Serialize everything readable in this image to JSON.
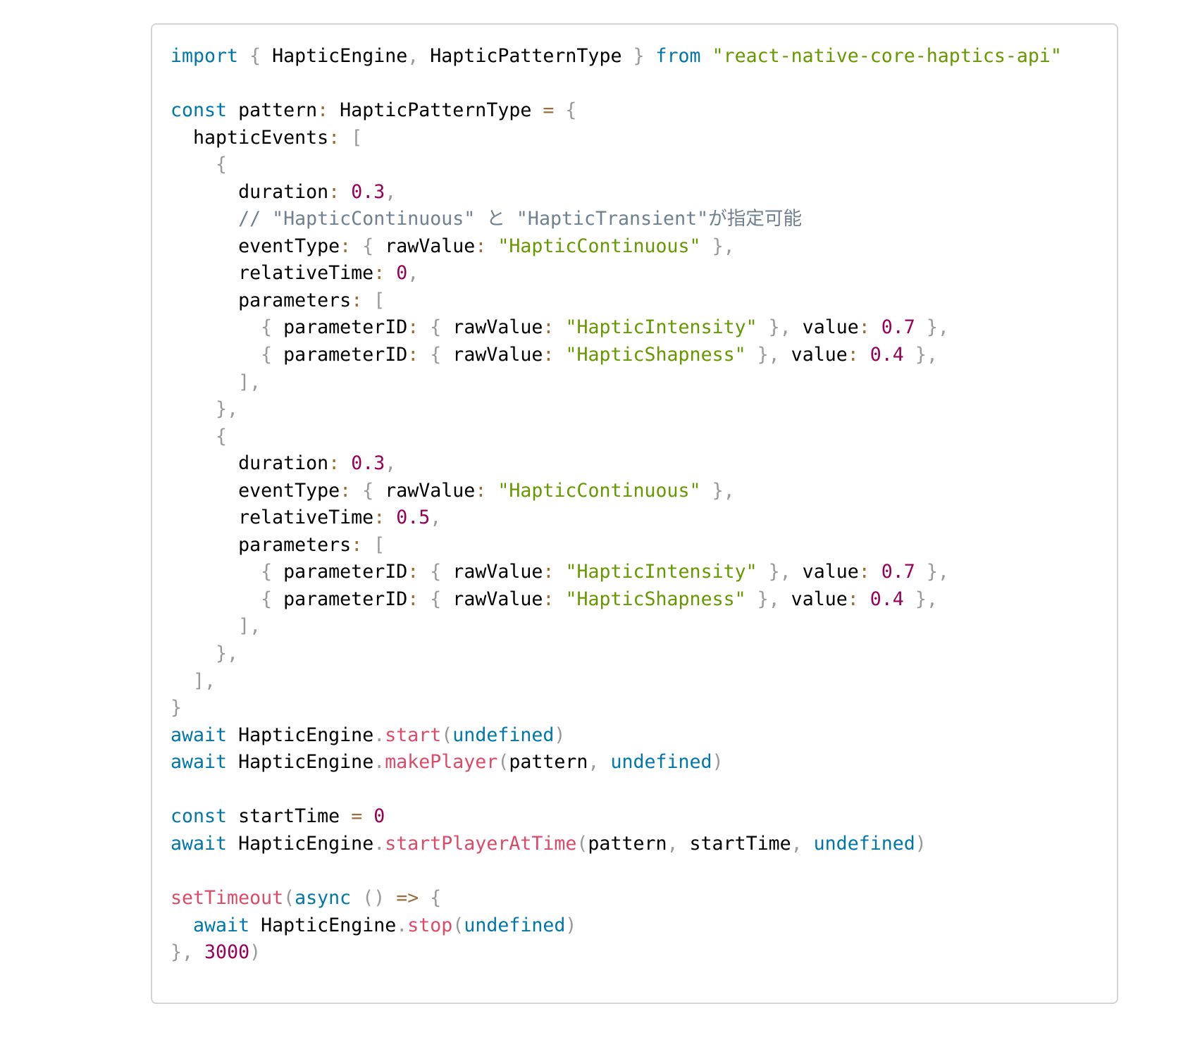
{
  "code": {
    "language": "typescript",
    "lines": [
      [
        [
          "k",
          "import"
        ],
        [
          "t",
          " "
        ],
        [
          "p",
          "{"
        ],
        [
          "t",
          " HapticEngine"
        ],
        [
          "p",
          ","
        ],
        [
          "t",
          " HapticPatternType "
        ],
        [
          "p",
          "}"
        ],
        [
          "t",
          " "
        ],
        [
          "k",
          "from"
        ],
        [
          "t",
          " "
        ],
        [
          "s",
          "\"react-native-core-haptics-api\""
        ]
      ],
      [],
      [
        [
          "k",
          "const"
        ],
        [
          "t",
          " pattern"
        ],
        [
          "o",
          ":"
        ],
        [
          "t",
          " HapticPatternType "
        ],
        [
          "o",
          "="
        ],
        [
          "t",
          " "
        ],
        [
          "p",
          "{"
        ]
      ],
      [
        [
          "t",
          "  hapticEvents"
        ],
        [
          "o",
          ":"
        ],
        [
          "t",
          " "
        ],
        [
          "p",
          "["
        ]
      ],
      [
        [
          "t",
          "    "
        ],
        [
          "p",
          "{"
        ]
      ],
      [
        [
          "t",
          "      duration"
        ],
        [
          "o",
          ":"
        ],
        [
          "t",
          " "
        ],
        [
          "n",
          "0.3"
        ],
        [
          "p",
          ","
        ]
      ],
      [
        [
          "t",
          "      "
        ],
        [
          "c",
          "// \"HapticContinuous\" と \"HapticTransient\"が指定可能"
        ]
      ],
      [
        [
          "t",
          "      eventType"
        ],
        [
          "o",
          ":"
        ],
        [
          "t",
          " "
        ],
        [
          "p",
          "{"
        ],
        [
          "t",
          " rawValue"
        ],
        [
          "o",
          ":"
        ],
        [
          "t",
          " "
        ],
        [
          "s",
          "\"HapticContinuous\""
        ],
        [
          "t",
          " "
        ],
        [
          "p",
          "},"
        ]
      ],
      [
        [
          "t",
          "      relativeTime"
        ],
        [
          "o",
          ":"
        ],
        [
          "t",
          " "
        ],
        [
          "n",
          "0"
        ],
        [
          "p",
          ","
        ]
      ],
      [
        [
          "t",
          "      parameters"
        ],
        [
          "o",
          ":"
        ],
        [
          "t",
          " "
        ],
        [
          "p",
          "["
        ]
      ],
      [
        [
          "t",
          "        "
        ],
        [
          "p",
          "{"
        ],
        [
          "t",
          " parameterID"
        ],
        [
          "o",
          ":"
        ],
        [
          "t",
          " "
        ],
        [
          "p",
          "{"
        ],
        [
          "t",
          " rawValue"
        ],
        [
          "o",
          ":"
        ],
        [
          "t",
          " "
        ],
        [
          "s",
          "\"HapticIntensity\""
        ],
        [
          "t",
          " "
        ],
        [
          "p",
          "},"
        ],
        [
          "t",
          " value"
        ],
        [
          "o",
          ":"
        ],
        [
          "t",
          " "
        ],
        [
          "n",
          "0.7"
        ],
        [
          "t",
          " "
        ],
        [
          "p",
          "},"
        ]
      ],
      [
        [
          "t",
          "        "
        ],
        [
          "p",
          "{"
        ],
        [
          "t",
          " parameterID"
        ],
        [
          "o",
          ":"
        ],
        [
          "t",
          " "
        ],
        [
          "p",
          "{"
        ],
        [
          "t",
          " rawValue"
        ],
        [
          "o",
          ":"
        ],
        [
          "t",
          " "
        ],
        [
          "s",
          "\"HapticShapness\""
        ],
        [
          "t",
          " "
        ],
        [
          "p",
          "},"
        ],
        [
          "t",
          " value"
        ],
        [
          "o",
          ":"
        ],
        [
          "t",
          " "
        ],
        [
          "n",
          "0.4"
        ],
        [
          "t",
          " "
        ],
        [
          "p",
          "},"
        ]
      ],
      [
        [
          "t",
          "      "
        ],
        [
          "p",
          "],"
        ]
      ],
      [
        [
          "t",
          "    "
        ],
        [
          "p",
          "},"
        ]
      ],
      [
        [
          "t",
          "    "
        ],
        [
          "p",
          "{"
        ]
      ],
      [
        [
          "t",
          "      duration"
        ],
        [
          "o",
          ":"
        ],
        [
          "t",
          " "
        ],
        [
          "n",
          "0.3"
        ],
        [
          "p",
          ","
        ]
      ],
      [
        [
          "t",
          "      eventType"
        ],
        [
          "o",
          ":"
        ],
        [
          "t",
          " "
        ],
        [
          "p",
          "{"
        ],
        [
          "t",
          " rawValue"
        ],
        [
          "o",
          ":"
        ],
        [
          "t",
          " "
        ],
        [
          "s",
          "\"HapticContinuous\""
        ],
        [
          "t",
          " "
        ],
        [
          "p",
          "},"
        ]
      ],
      [
        [
          "t",
          "      relativeTime"
        ],
        [
          "o",
          ":"
        ],
        [
          "t",
          " "
        ],
        [
          "n",
          "0.5"
        ],
        [
          "p",
          ","
        ]
      ],
      [
        [
          "t",
          "      parameters"
        ],
        [
          "o",
          ":"
        ],
        [
          "t",
          " "
        ],
        [
          "p",
          "["
        ]
      ],
      [
        [
          "t",
          "        "
        ],
        [
          "p",
          "{"
        ],
        [
          "t",
          " parameterID"
        ],
        [
          "o",
          ":"
        ],
        [
          "t",
          " "
        ],
        [
          "p",
          "{"
        ],
        [
          "t",
          " rawValue"
        ],
        [
          "o",
          ":"
        ],
        [
          "t",
          " "
        ],
        [
          "s",
          "\"HapticIntensity\""
        ],
        [
          "t",
          " "
        ],
        [
          "p",
          "},"
        ],
        [
          "t",
          " value"
        ],
        [
          "o",
          ":"
        ],
        [
          "t",
          " "
        ],
        [
          "n",
          "0.7"
        ],
        [
          "t",
          " "
        ],
        [
          "p",
          "},"
        ]
      ],
      [
        [
          "t",
          "        "
        ],
        [
          "p",
          "{"
        ],
        [
          "t",
          " parameterID"
        ],
        [
          "o",
          ":"
        ],
        [
          "t",
          " "
        ],
        [
          "p",
          "{"
        ],
        [
          "t",
          " rawValue"
        ],
        [
          "o",
          ":"
        ],
        [
          "t",
          " "
        ],
        [
          "s",
          "\"HapticShapness\""
        ],
        [
          "t",
          " "
        ],
        [
          "p",
          "},"
        ],
        [
          "t",
          " value"
        ],
        [
          "o",
          ":"
        ],
        [
          "t",
          " "
        ],
        [
          "n",
          "0.4"
        ],
        [
          "t",
          " "
        ],
        [
          "p",
          "},"
        ]
      ],
      [
        [
          "t",
          "      "
        ],
        [
          "p",
          "],"
        ]
      ],
      [
        [
          "t",
          "    "
        ],
        [
          "p",
          "},"
        ]
      ],
      [
        [
          "t",
          "  "
        ],
        [
          "p",
          "],"
        ]
      ],
      [
        [
          "p",
          "}"
        ]
      ],
      [
        [
          "k",
          "await"
        ],
        [
          "t",
          " HapticEngine"
        ],
        [
          "p",
          "."
        ],
        [
          "f",
          "start"
        ],
        [
          "p",
          "("
        ],
        [
          "k",
          "undefined"
        ],
        [
          "p",
          ")"
        ]
      ],
      [
        [
          "k",
          "await"
        ],
        [
          "t",
          " HapticEngine"
        ],
        [
          "p",
          "."
        ],
        [
          "f",
          "makePlayer"
        ],
        [
          "p",
          "("
        ],
        [
          "t",
          "pattern"
        ],
        [
          "p",
          ","
        ],
        [
          "t",
          " "
        ],
        [
          "k",
          "undefined"
        ],
        [
          "p",
          ")"
        ]
      ],
      [],
      [
        [
          "k",
          "const"
        ],
        [
          "t",
          " startTime "
        ],
        [
          "o",
          "="
        ],
        [
          "t",
          " "
        ],
        [
          "n",
          "0"
        ]
      ],
      [
        [
          "k",
          "await"
        ],
        [
          "t",
          " HapticEngine"
        ],
        [
          "p",
          "."
        ],
        [
          "f",
          "startPlayerAtTime"
        ],
        [
          "p",
          "("
        ],
        [
          "t",
          "pattern"
        ],
        [
          "p",
          ","
        ],
        [
          "t",
          " startTime"
        ],
        [
          "p",
          ","
        ],
        [
          "t",
          " "
        ],
        [
          "k",
          "undefined"
        ],
        [
          "p",
          ")"
        ]
      ],
      [],
      [
        [
          "f",
          "setTimeout"
        ],
        [
          "p",
          "("
        ],
        [
          "k",
          "async"
        ],
        [
          "t",
          " "
        ],
        [
          "p",
          "()"
        ],
        [
          "t",
          " "
        ],
        [
          "o",
          "=>"
        ],
        [
          "t",
          " "
        ],
        [
          "p",
          "{"
        ]
      ],
      [
        [
          "t",
          "  "
        ],
        [
          "k",
          "await"
        ],
        [
          "t",
          " HapticEngine"
        ],
        [
          "p",
          "."
        ],
        [
          "f",
          "stop"
        ],
        [
          "p",
          "("
        ],
        [
          "k",
          "undefined"
        ],
        [
          "p",
          ")"
        ]
      ],
      [
        [
          "p",
          "},"
        ],
        [
          "t",
          " "
        ],
        [
          "n",
          "3000"
        ],
        [
          "p",
          ")"
        ]
      ]
    ]
  }
}
